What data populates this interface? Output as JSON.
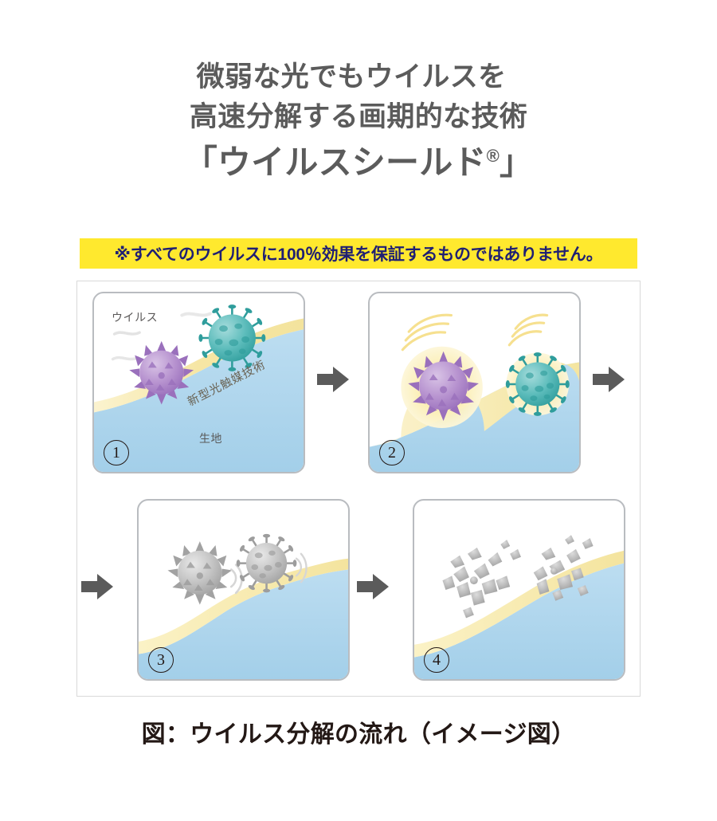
{
  "heading": {
    "line1": "微弱な光でもウイルスを",
    "line2": "高速分解する画期的な技術",
    "title_open": "「ウイルスシールド",
    "title_reg": "®",
    "title_close": "」"
  },
  "disclaimer": {
    "text": "※すべてのウイルスに100％効果を保証するものではありません。"
  },
  "diagram": {
    "caption": "図：ウイルス分解の流れ（イメージ図）",
    "panels": [
      {
        "number": "①",
        "labels": {
          "virus": "ウイルス",
          "technology": "新型光触媒技術",
          "fabric": "生地"
        }
      },
      {
        "number": "②",
        "labels": {}
      },
      {
        "number": "③",
        "labels": {}
      },
      {
        "number": "④",
        "labels": {}
      }
    ],
    "arrows": [
      "→",
      "→",
      "→",
      "→"
    ]
  },
  "colors": {
    "banner_bg": "#ffe92e",
    "banner_text": "#1f1f73",
    "heading_text": "#5b5b5b",
    "caption_text": "#231815",
    "fabric_blue": "#a8d4ec",
    "catalyst_yellow": "#f7e9a8",
    "virus_purple": "#b08ccb",
    "virus_teal": "#3ea9a5",
    "virus_gray": "#b5b5b5",
    "arrow_gray": "#5b5b5b",
    "panel_border": "#b9bcc0",
    "container_border": "#d9d9d9"
  }
}
